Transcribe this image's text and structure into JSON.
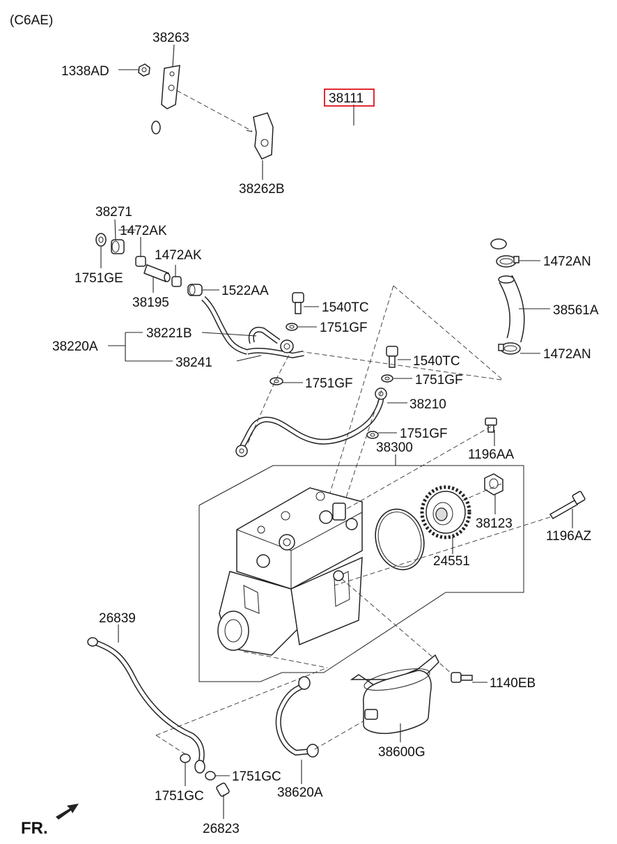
{
  "model_code": "(C6AE)",
  "highlight_color": "#e0121b",
  "direction": {
    "label": "FR."
  },
  "parts": {
    "p38263": "38263",
    "p1338AD": "1338AD",
    "p38111": "38111",
    "p38262B": "38262B",
    "p38271": "38271",
    "p1472AK_a": "1472AK",
    "p1472AK_b": "1472AK",
    "p1751GE": "1751GE",
    "p38195": "38195",
    "p1522AA": "1522AA",
    "p1472AN_a": "1472AN",
    "p38561A": "38561A",
    "p1472AN_b": "1472AN",
    "p1540TC_a": "1540TC",
    "p1751GF_a": "1751GF",
    "p38221B": "38221B",
    "p38220A": "38220A",
    "p38241": "38241",
    "p1540TC_b": "1540TC",
    "p1751GF_b": "1751GF",
    "p1751GF_c": "1751GF",
    "p38210": "38210",
    "p1751GF_d": "1751GF",
    "p38300": "38300",
    "p1196AA": "1196AA",
    "p38123": "38123",
    "p1196AZ": "1196AZ",
    "p24551": "24551",
    "p26839": "26839",
    "p1140EB": "1140EB",
    "p38600G": "38600G",
    "p1751GC_a": "1751GC",
    "p1751GC_b": "1751GC",
    "p38620A": "38620A",
    "p26823": "26823"
  }
}
